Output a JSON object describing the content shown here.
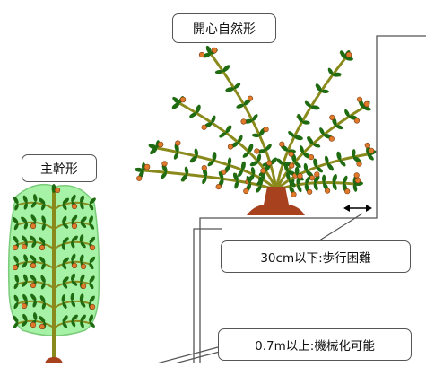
{
  "labels": {
    "open_center": "開心自然形",
    "central_leader": "主幹形",
    "row_width_note": "30cm以下:歩行困難",
    "height_note": "0.7m以上:機械化可能"
  },
  "colors": {
    "leaf": "#1f6b12",
    "leaf_highlight": "#3f9a2a",
    "branch": "#8a8a1c",
    "fruit": "#e07a2a",
    "canopy": "#a6f2a6",
    "canopy_border": "#7acb7a",
    "soil": "#a8421e",
    "line": "#555555"
  }
}
